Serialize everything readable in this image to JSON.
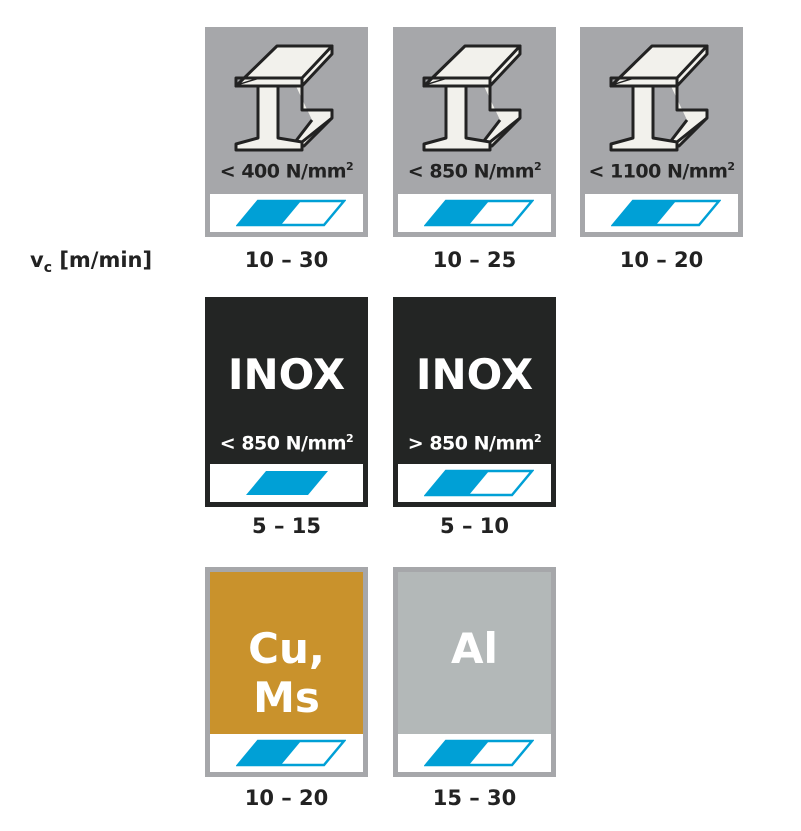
{
  "vc_label": {
    "main": "v",
    "sub": "c",
    "unit": " [m/min]"
  },
  "colors": {
    "indicator": "#00a0d6",
    "border": "#a6a7aa",
    "steel": "#a6a7aa",
    "inox": "#232524",
    "copper": "#c9922c",
    "aluminium": "#b3b8b8"
  },
  "cards": [
    {
      "type": "steel",
      "strength": "< 400 N/mm",
      "sup": "2",
      "speed": "10 – 30",
      "icon": "i-beam-icon",
      "indicator": "half"
    },
    {
      "type": "steel",
      "strength": "< 850 N/mm",
      "sup": "2",
      "speed": "10 – 25",
      "icon": "i-beam-icon",
      "indicator": "half"
    },
    {
      "type": "steel",
      "strength": "< 1100 N/mm",
      "sup": "2",
      "speed": "10 – 20",
      "icon": "i-beam-icon",
      "indicator": "half"
    },
    {
      "type": "inox",
      "title": "INOX",
      "strength": "< 850 N/mm",
      "sup": "2",
      "speed": "5 – 15",
      "indicator": "full"
    },
    {
      "type": "inox",
      "title": "INOX",
      "strength": "> 850 N/mm",
      "sup": "2",
      "speed": "5 – 10",
      "indicator": "half"
    },
    {
      "type": "copper",
      "title": "Cu, Ms",
      "speed": "10 – 20",
      "indicator": "half"
    },
    {
      "type": "aluminium",
      "title": "Al",
      "speed": "15 – 30",
      "indicator": "half"
    }
  ]
}
